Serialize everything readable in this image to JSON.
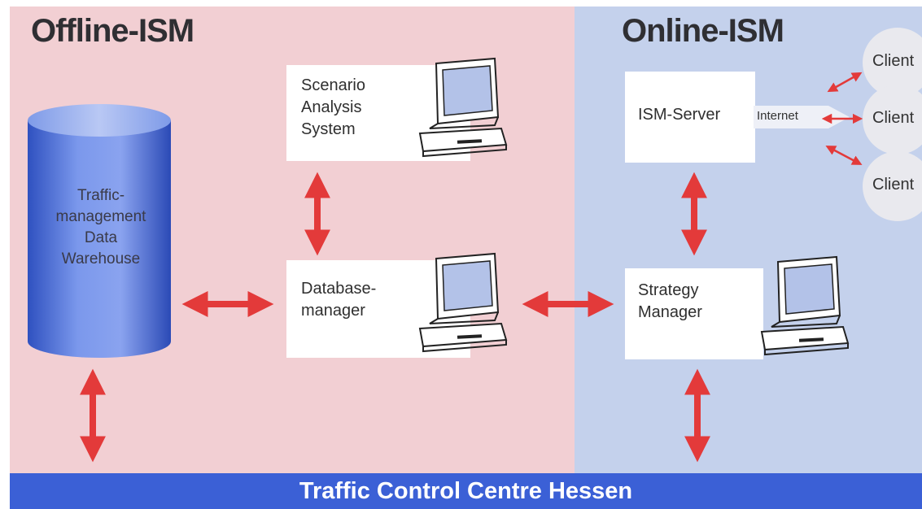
{
  "offline_title": "Offline-ISM",
  "online_title": "Online-ISM",
  "data_warehouse": {
    "lines": [
      "Traffic-",
      "management",
      "Data",
      "Warehouse"
    ]
  },
  "scenario_box": {
    "lines": [
      "Scenario",
      "Analysis",
      "System"
    ]
  },
  "database_box": {
    "lines": [
      "Database-",
      "manager"
    ]
  },
  "ism_server_box": {
    "label": "ISM-Server"
  },
  "strategy_box": {
    "lines": [
      "Strategy",
      "Manager"
    ]
  },
  "internet_label": "Internet",
  "clients": [
    "Client",
    "Client",
    "Client"
  ],
  "footer": "Traffic Control Centre Hessen",
  "colors": {
    "offline_bg": "#f2cfd3",
    "online_bg": "#c4d1ec",
    "arrow": "#e33a3a",
    "footer_bg": "#3b60d6",
    "cylinder": "#3a5fcc"
  }
}
